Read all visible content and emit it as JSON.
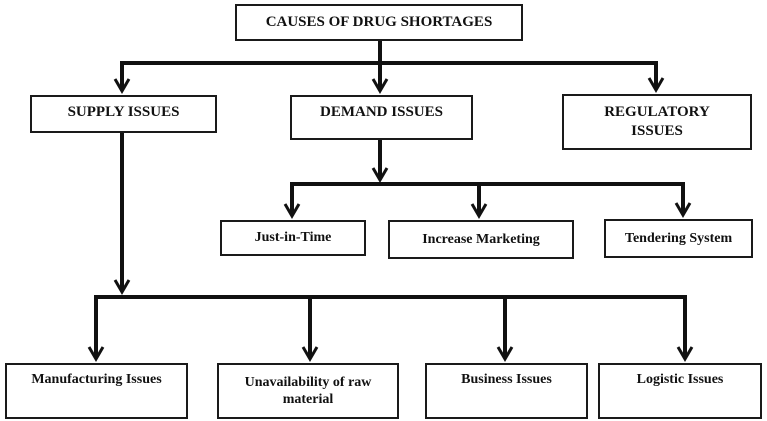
{
  "root": {
    "label": "CAUSES OF DRUG SHORTAGES"
  },
  "level1": {
    "supply": {
      "label": "SUPPLY ISSUES"
    },
    "demand": {
      "label": "DEMAND ISSUES"
    },
    "regulatory": {
      "line1": "REGULATORY",
      "line2": "ISSUES"
    }
  },
  "demand_children": {
    "jit": {
      "label": "Just-in-Time"
    },
    "marketing": {
      "label": "Increase Marketing"
    },
    "tendering": {
      "label": "Tendering System"
    }
  },
  "supply_children": {
    "manufacturing": {
      "label": "Manufacturing Issues"
    },
    "raw": {
      "line1": "Unavailability of raw",
      "line2": "material"
    },
    "business": {
      "label": "Business Issues"
    },
    "logistic": {
      "label": "Logistic Issues"
    }
  },
  "colors": {
    "line": "#111111",
    "border": "#1a1a1a",
    "background": "#ffffff"
  }
}
